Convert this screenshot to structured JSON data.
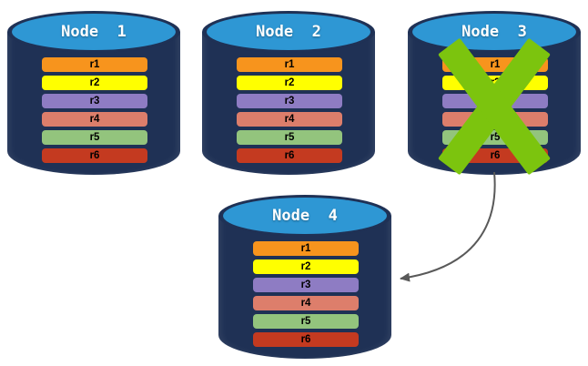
{
  "diagram_type": "database-replication-failover",
  "nodes": [
    {
      "label": "Node  1",
      "status": "healthy"
    },
    {
      "label": "Node  2",
      "status": "healthy"
    },
    {
      "label": "Node  3",
      "status": "failed"
    },
    {
      "label": "Node  4",
      "status": "healthy"
    }
  ],
  "records": [
    {
      "label": "r1",
      "color": "#F7941D"
    },
    {
      "label": "r2",
      "color": "#FFFF00"
    },
    {
      "label": "r3",
      "color": "#8E7CC3"
    },
    {
      "label": "r4",
      "color": "#DD7E6B"
    },
    {
      "label": "r5",
      "color": "#93C47D"
    },
    {
      "label": "r6",
      "color": "#C43A20"
    }
  ],
  "colors": {
    "cylinder_body": "#1F3155",
    "cylinder_top": "#2E97D4",
    "failure_x": "#7CC40E",
    "arrow": "#595959"
  }
}
